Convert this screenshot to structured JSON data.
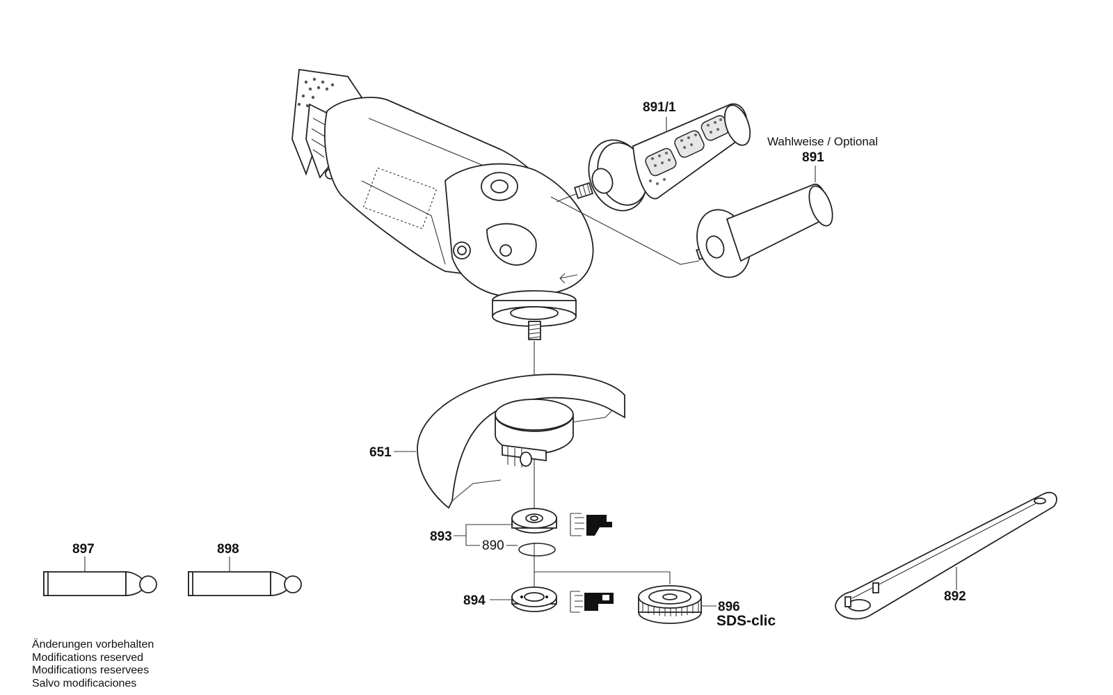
{
  "parts": {
    "p891_1": "891/1",
    "p891": "891",
    "optional_note": "Wahlweise / Optional",
    "p651": "651",
    "p893": "893",
    "p890": "890",
    "p894": "894",
    "p896": "896",
    "p896_system": "SDS-clic",
    "p892": "892",
    "p897": "897",
    "p898": "898"
  },
  "notes": [
    "Änderungen vorbehalten",
    "Modifications reserved",
    "Modifications reservees",
    "Salvo modificaciones"
  ],
  "colors": {
    "line": "#222222",
    "background": "#ffffff"
  }
}
